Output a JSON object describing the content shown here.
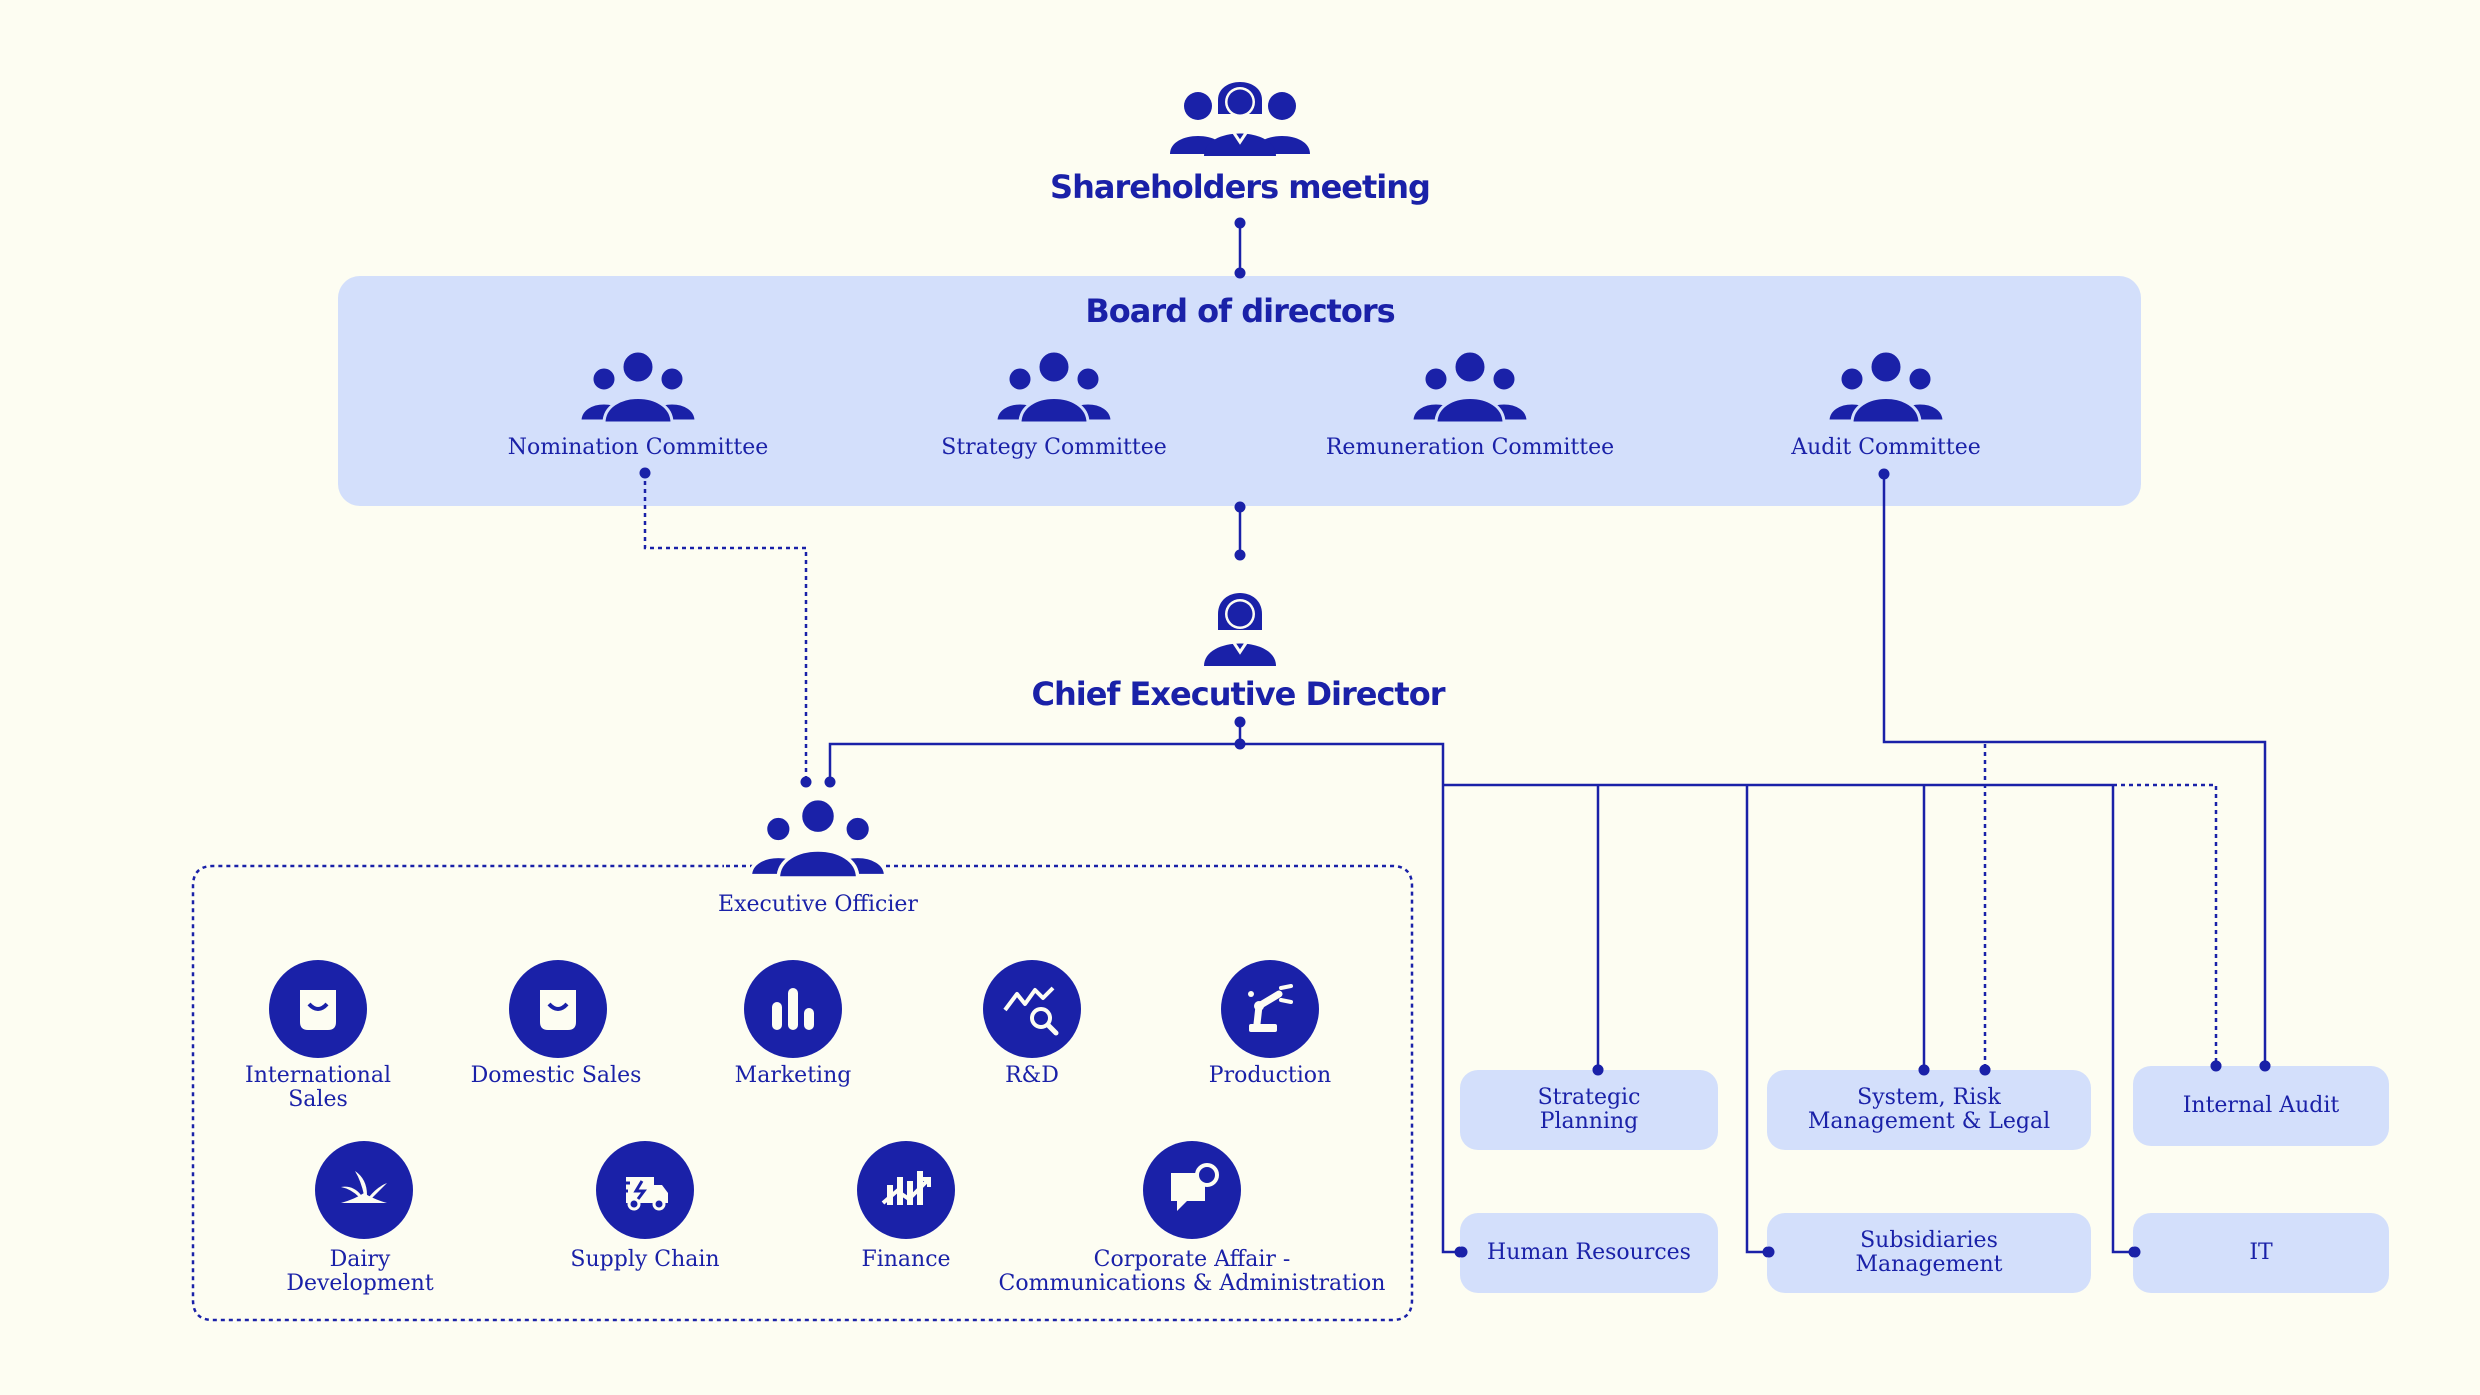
{
  "colors": {
    "background": "#fdfdf2",
    "primary": "#1a21a8",
    "panel": "#d3dffb"
  },
  "shareholders": {
    "title": "Shareholders meeting",
    "icon": "group-with-woman-icon"
  },
  "board": {
    "title": "Board of directors",
    "committees": [
      {
        "label": "Nomination Committee",
        "icon": "group-icon"
      },
      {
        "label": "Strategy Committee",
        "icon": "group-icon"
      },
      {
        "label": "Remuneration Committee",
        "icon": "group-icon"
      },
      {
        "label": "Audit Committee",
        "icon": "group-icon"
      }
    ]
  },
  "ceo": {
    "title": "Chief Executive Director",
    "icon": "woman-executive-icon"
  },
  "executive_officer": {
    "label": "Executive Officier",
    "icon": "group-icon",
    "departments": [
      {
        "label": "International\nSales",
        "icon": "shopping-bag-icon"
      },
      {
        "label": "Domestic Sales",
        "icon": "shopping-bag-icon"
      },
      {
        "label": "Marketing",
        "icon": "bar-chart-icon"
      },
      {
        "label": "R&D",
        "icon": "chart-magnifier-icon"
      },
      {
        "label": "Production",
        "icon": "robot-arm-icon"
      },
      {
        "label": "Dairy\nDevelopment",
        "icon": "grass-icon"
      },
      {
        "label": "Supply Chain",
        "icon": "delivery-truck-icon"
      },
      {
        "label": "Finance",
        "icon": "growth-chart-icon"
      },
      {
        "label": "Corporate Affair -\nCommunications & Administration",
        "icon": "message-badge-icon"
      }
    ]
  },
  "units": [
    {
      "label": "Strategic\nPlanning"
    },
    {
      "label": "System, Risk\nManagement & Legal"
    },
    {
      "label": "Internal Audit"
    },
    {
      "label": "Human Resources"
    },
    {
      "label": "Subsidiaries\nManagement"
    },
    {
      "label": "IT"
    }
  ]
}
